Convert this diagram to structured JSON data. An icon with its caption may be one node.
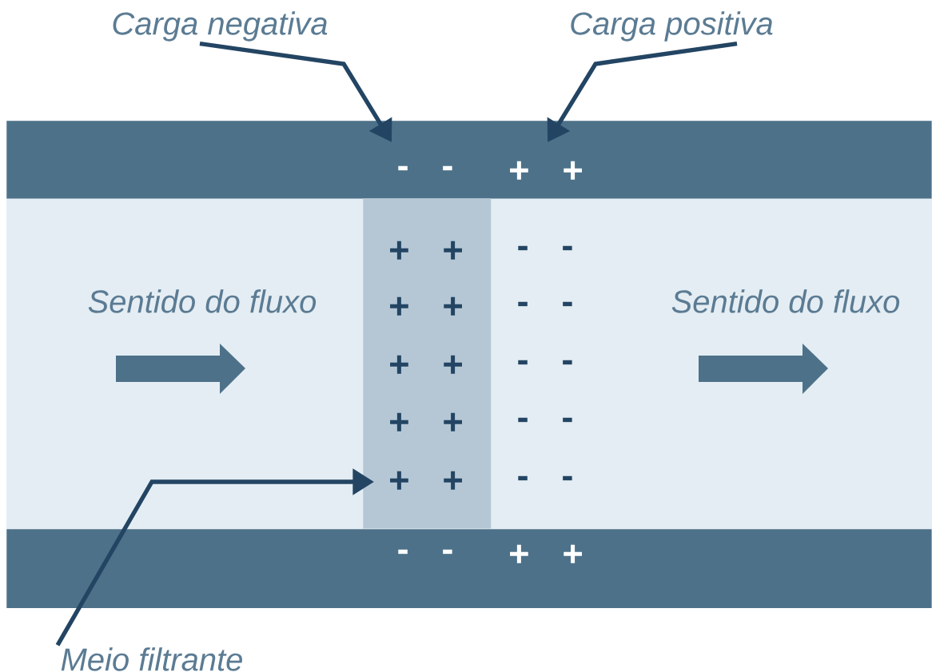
{
  "diagram": {
    "nodes": [
      {
        "text": [
          "Carga negativa"
        ]
      },
      {
        "text": [
          "Carga positiva"
        ]
      },
      {
        "text": [
          "- -",
          "+ +"
        ]
      },
      {
        "text": [
          "+ +",
          "+ +",
          "+ +",
          "+ +",
          "+ +"
        ]
      },
      {
        "text": [
          "- -",
          "+ +"
        ]
      },
      {
        "text": [
          "Meio filtrante"
        ]
      }
    ],
    "edges": [
      {
        "from": 0,
        "to": 2,
        "arrow": "to"
      },
      {
        "from": 1,
        "to": 2,
        "arrow": "to"
      },
      {
        "from": 5,
        "to": 3,
        "arrow": "to"
      }
    ],
    "labels": [
      "Sentido do fluxo",
      "Sentido do fluxo",
      "- -",
      "- -",
      "- -",
      "- -",
      "- -"
    ]
  }
}
